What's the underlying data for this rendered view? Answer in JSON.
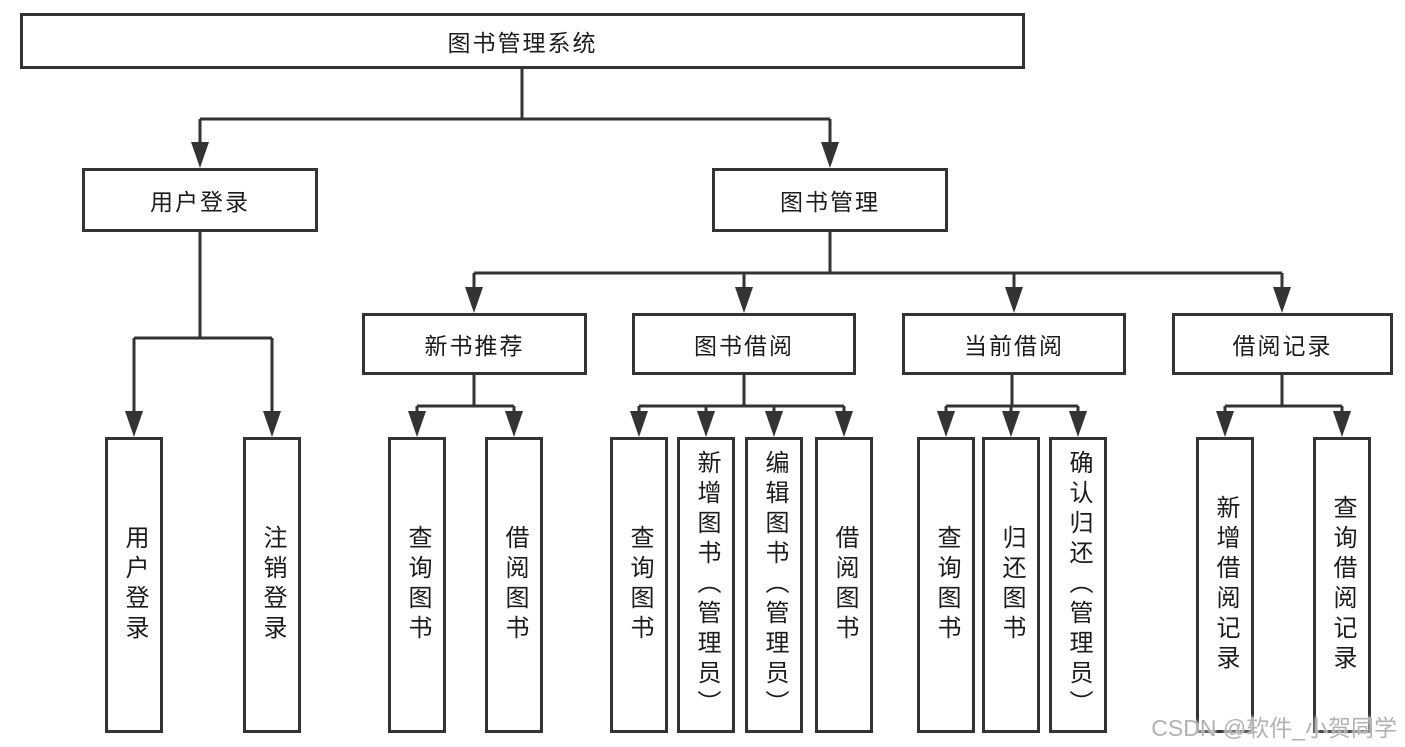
{
  "watermark": "CSDN @软件_小贺同学",
  "colors": {
    "line": "#333333",
    "text": "#1c1c1c",
    "watermark": "#b2b2b2",
    "background": "#ffffff"
  },
  "tree": {
    "label": "图书管理系统",
    "children": [
      {
        "label": "用户登录",
        "children": [
          {
            "label": "用户登录"
          },
          {
            "label": "注销登录"
          }
        ]
      },
      {
        "label": "图书管理",
        "children": [
          {
            "label": "新书推荐",
            "children": [
              {
                "label": "查询图书"
              },
              {
                "label": "借阅图书"
              }
            ]
          },
          {
            "label": "图书借阅",
            "children": [
              {
                "label": "查询图书"
              },
              {
                "label": "新增图书（管理员）"
              },
              {
                "label": "编辑图书（管理员）"
              },
              {
                "label": "借阅图书"
              }
            ]
          },
          {
            "label": "当前借阅",
            "children": [
              {
                "label": "查询图书"
              },
              {
                "label": "归还图书"
              },
              {
                "label": "确认归还（管理员）"
              }
            ]
          },
          {
            "label": "借阅记录",
            "children": [
              {
                "label": "新增借阅记录"
              },
              {
                "label": "查询借阅记录"
              }
            ]
          }
        ]
      }
    ]
  }
}
